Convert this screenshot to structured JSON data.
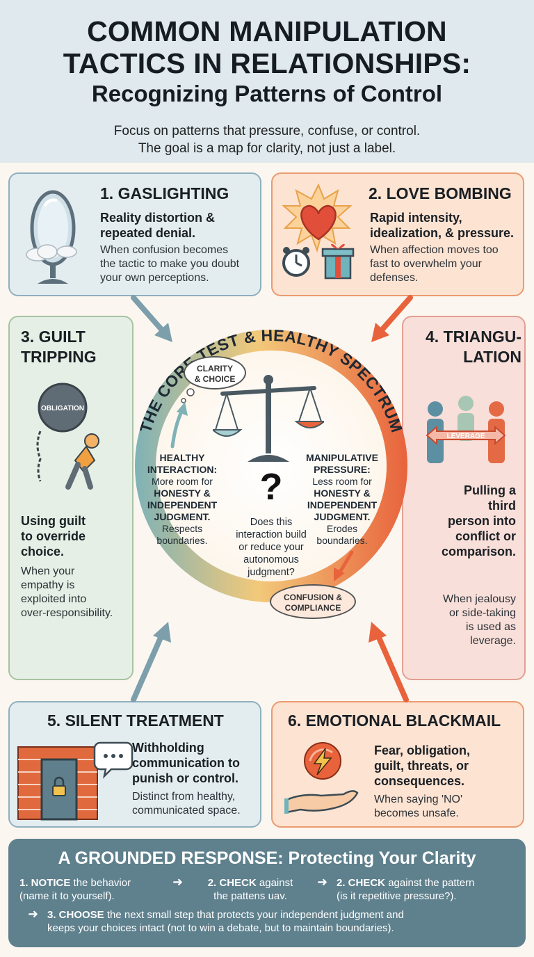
{
  "header": {
    "title_line1": "COMMON MANIPULATION",
    "title_line2": "TACTICS IN RELATIONSHIPS:",
    "subtitle": "Recognizing Patterns of Control",
    "desc_line1": "Focus on patterns that pressure, confuse, or control.",
    "desc_line2": "The goal is a map for clarity, not just a label."
  },
  "cards": {
    "gaslighting": {
      "title": "1. GASLIGHTING",
      "lead_1": "Reality distortion &",
      "lead_2": "repeated denial.",
      "body_1": "When confusion becomes",
      "body_2": "the tactic to make you doubt",
      "body_3": "your own perceptions."
    },
    "love_bombing": {
      "title": "2. LOVE BOMBING",
      "lead_1": "Rapid intensity,",
      "lead_2": "idealization, & pressure.",
      "body_1": "When affection moves too",
      "body_2": "fast to overwhelm your",
      "body_3": "defenses."
    },
    "guilt_tripping": {
      "title_1": "3. GUILT",
      "title_2": "TRIPPING",
      "icon_label": "OBLIGATION",
      "lead_1": "Using guilt",
      "lead_2": "to override",
      "lead_3": "choice.",
      "body_1": "When your",
      "body_2": "empathy is",
      "body_3": "exploited into",
      "body_4": "over-responsibility."
    },
    "triangulation": {
      "title_1": "4. TRIANGU-",
      "title_2": "LATION",
      "icon_label": "LEVERAGE",
      "lead_1": "Pulling a",
      "lead_2": "third",
      "lead_3": "person into",
      "lead_4": "conflict or",
      "lead_5": "comparison.",
      "body_1": "When jealousy",
      "body_2": "or side-taking",
      "body_3": "is used as",
      "body_4": "leverage."
    },
    "silent_treatment": {
      "title": "5. SILENT TREATMENT",
      "lead_1": "Withholding",
      "lead_2": "communication to",
      "lead_3": "punish or control.",
      "body_1": "Distinct from healthy,",
      "body_2": "communicated space."
    },
    "emotional_blackmail": {
      "title": "6. EMOTIONAL BLACKMAIL",
      "lead_1": "Fear, obligation,",
      "lead_2": "guilt, threats, or",
      "lead_3": "consequences.",
      "body_1": "When saying 'NO'",
      "body_2": "becomes unsafe."
    }
  },
  "center": {
    "ring_title": "THE CORE TEST & HEALTHY SPECTRUM",
    "clarity_1": "CLARITY",
    "clarity_2": "& CHOICE",
    "confusion_1": "CONFUSION &",
    "confusion_2": "COMPLIANCE",
    "healthy": {
      "h1": "HEALTHY",
      "h2": "INTERACTION:",
      "l1": "More room for",
      "b1": "HONESTY &",
      "b2": "INDEPENDENT",
      "b3": "JUDGMENT.",
      "l2": "Respects",
      "l3": "boundaries."
    },
    "manipulative": {
      "h1": "MANIPULATIVE",
      "h2": "PRESSURE:",
      "l1": "Less room for",
      "b1": "HONESTY &",
      "b2": "INDEPENDENT",
      "b3": "JUDGMENT.",
      "l2": "Erodes",
      "l3": "boundaries."
    },
    "question_mark": "?",
    "question_1": "Does this",
    "question_2": "interaction build",
    "question_3": "or reduce your",
    "question_4": "autonomous",
    "question_5": "judgment?"
  },
  "footer": {
    "title": "A GROUNDED RESPONSE: Protecting Your Clarity",
    "s1_bold": "1. NOTICE",
    "s1_a": "the behavior",
    "s1_b": "(name it to yourself).",
    "s2_bold": "2. CHECK",
    "s2_a": "against",
    "s2_b": "the pattens uav.",
    "s3_bold": "2. CHECK",
    "s3_a": "against the pattern",
    "s3_b": "(is it repetitive pressure?).",
    "s4_bold": "3. CHOOSE",
    "s4_a": "the next small step that protects your independent judgment and",
    "s4_b": "keeps your choices intact (not to win a debate, but to maintain boundaries).",
    "arrow": "➜"
  },
  "colors": {
    "blue_card": "#e3ecef",
    "orange_card": "#fde3d2",
    "green_card": "#e6efe5",
    "pink_card": "#f9dfd9",
    "footer": "#5f808d",
    "accent_orange": "#e8633c",
    "accent_teal": "#7fb2b6"
  }
}
